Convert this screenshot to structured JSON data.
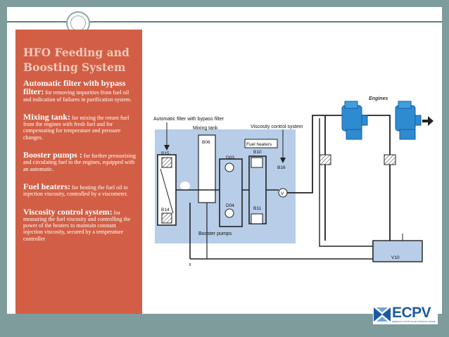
{
  "slide": {
    "title": "HFO Feeding and Boosting System",
    "items": [
      {
        "heading": "Automatic filter with bypass filter:",
        "text": "for removing impurities from fuel oil and indication of failures in purification system."
      },
      {
        "heading": "Mixing tank:",
        "text": "for mixing the return fuel from the engines with fresh fuel and for compensating for temperature and pressure changes."
      },
      {
        "heading": "Booster pumps :",
        "text": "for further pressurizing and circulating fuel to the engines, equipped with an automatic."
      },
      {
        "heading": "Fuel heaters:",
        "text": "for heating the fuel oil to injection viscosity, controlled by a viscometer."
      },
      {
        "heading": "Viscosity control system:",
        "text": "for measuring the fuel viscosity and controlling the power of the heaters to maintain constant injection viscosity, secured by a temperature controller"
      }
    ]
  },
  "diagram": {
    "labels": {
      "automatic_filter": "Automatic filter with bypass filter",
      "mixing_tank": "Mixing tank",
      "viscosity_control": "Viscosity control system",
      "fuel_heaters": "Fuel heaters",
      "engines": "Engines",
      "booster_pumps": "Booster pumps"
    },
    "tags": {
      "b15": "B15",
      "b14": "B14",
      "b06": "B06",
      "d03": "D03",
      "d04": "D04",
      "b10": "B10",
      "b11": "B11",
      "b16": "B16",
      "v10": "V10",
      "v": "V"
    }
  },
  "logo": {
    "text": "ECPV",
    "subtitle": "ENERGÍA CONTÍNUA DE POTENCIA VERDE"
  },
  "colors": {
    "panel": "#d25f45",
    "frame": "#7f9c9c",
    "diagram_bg": "#b7cde8",
    "engine": "#2f8bd0",
    "logo": "#1b5aa0"
  }
}
